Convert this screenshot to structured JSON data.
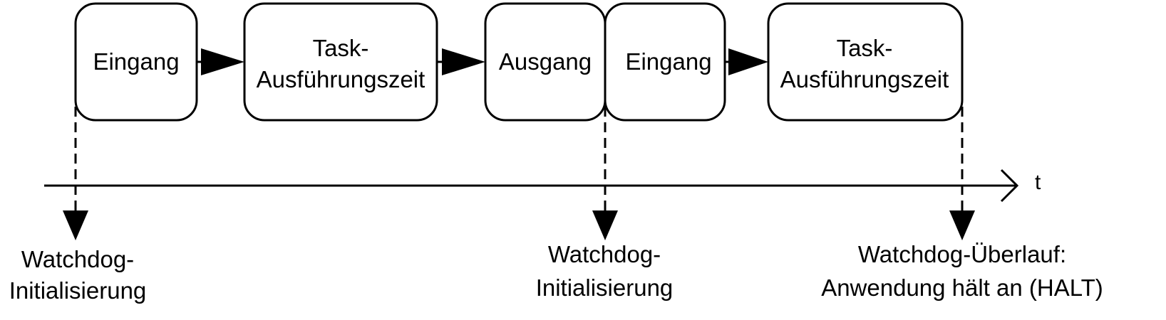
{
  "diagram": {
    "time_axis_label": "t",
    "boxes": [
      {
        "lines": [
          "Eingang"
        ]
      },
      {
        "lines": [
          "Task-",
          "Ausführungszeit"
        ]
      },
      {
        "lines": [
          "Ausgang"
        ]
      },
      {
        "lines": [
          "Eingang"
        ]
      },
      {
        "lines": [
          "Task-",
          "Ausführungszeit"
        ]
      }
    ],
    "markers": [
      {
        "lines": [
          "Watchdog-",
          "Initialisierung"
        ]
      },
      {
        "lines": [
          "Watchdog-",
          "Initialisierung"
        ]
      },
      {
        "lines": [
          "Watchdog-Überlauf:",
          "Anwendung hält an (HALT)"
        ]
      }
    ]
  }
}
